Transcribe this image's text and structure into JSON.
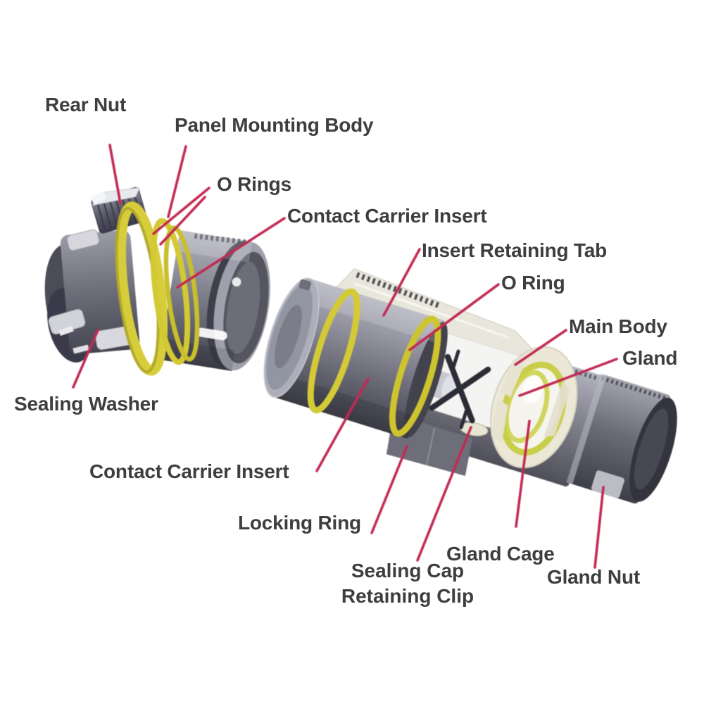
{
  "figure": {
    "kind": "exploded-parts-diagram",
    "subject": "circular connector assembly"
  },
  "colors": {
    "background": "#ffffff",
    "label_text": "#3e3e41",
    "leader_line": "#c22a52",
    "seal_yellow": "#d7cd3b",
    "o_ring_yellow": "#d3c933",
    "gland_green": "#c9ce4a",
    "cut_surface": "#e9e7dc",
    "body_gray": "#8b8b98",
    "body_gray_dark": "#43434e",
    "detail_navy": "#3a3a4a"
  },
  "labels": {
    "rear_nut": "Rear Nut",
    "panel_mounting_body": "Panel Mounting Body",
    "o_rings": "O Rings",
    "contact_carrier_insert_top": "Contact Carrier Insert",
    "insert_retaining_tab": "Insert Retaining Tab",
    "o_ring": "O Ring",
    "main_body": "Main Body",
    "gland": "Gland",
    "sealing_washer": "Sealing Washer",
    "contact_carrier_insert_bottom": "Contact Carrier Insert",
    "locking_ring": "Locking Ring",
    "gland_cage": "Gland Cage",
    "sealing_cap_retaining_clip_line1": "Sealing Cap",
    "sealing_cap_retaining_clip_line2": "Retaining Clip",
    "gland_nut": "Gland Nut"
  }
}
